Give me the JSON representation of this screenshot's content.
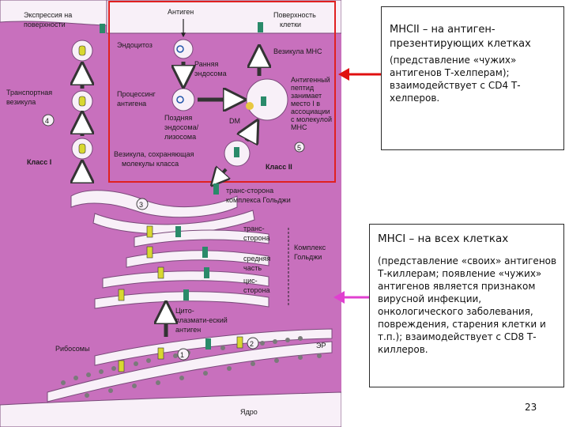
{
  "colors": {
    "cytoplasm": "#c870bd",
    "membrane_organelle": "#f8f0f8",
    "highlight_frame": "#e02020",
    "arrow_red": "#e01010",
    "arrow_magenta": "#e040d0",
    "mhc2_molecule": "#2a8a6a",
    "mhc1_molecule": "#d8d830",
    "ribosome": "#7a7a7a"
  },
  "diagram": {
    "labels": {
      "surface_expression": [
        "Экспрессия на",
        "поверхности"
      ],
      "antigen": "Антиген",
      "cell_surface": [
        "Поверхность",
        "клетки"
      ],
      "endocytosis": "Эндоцитоз",
      "early_endosome": [
        "Ранняя",
        "эндосома"
      ],
      "mhc_vesicle": "Везикула МНС",
      "transport_vesicle": [
        "Транспортная",
        "везикула"
      ],
      "antigen_processing": [
        "Процессинг",
        "антигена"
      ],
      "antigenic_peptide": [
        "Антигенный",
        "пептид",
        "занимает",
        "место I в",
        "ассоциации",
        "с молекулой",
        "МНС"
      ],
      "late_endosome": [
        "Поздняя",
        "эндосома/",
        "лизосома"
      ],
      "dm": "DM",
      "class_one": "Класс I",
      "vesicle_class": [
        "Везикула, сохраняющая",
        "молекулы класса"
      ],
      "class_two": "Класс II",
      "trans_side": [
        "транс-сторона",
        "комплекса Гольджи"
      ],
      "trans_side_short": [
        "транс-",
        "сторона"
      ],
      "golgi_complex": [
        "Комплекс",
        "Гольджи"
      ],
      "middle_part": [
        "средняя",
        "часть"
      ],
      "cis_side": [
        "цис-",
        "сторона"
      ],
      "cytoplasmic_antigen": [
        "Цито-",
        "плазмати-еский",
        "антиген"
      ],
      "ribosomes": "Рибосомы",
      "er": "ЭР",
      "nucleus": "Ядро",
      "step_1": "1",
      "step_2": "2",
      "step_3": "3",
      "step_4": "4",
      "step_5": "5"
    }
  },
  "boxes": {
    "mhc2": {
      "title": "MHCII – на антиген-презентирующих клетках",
      "body": "(представление «чужих» антигенов Т-хелперам); взаимодействует с CD4 Т-хелперов."
    },
    "mhc1": {
      "title": "MHCI – на всех клетках",
      "body": "(представление «своих» антигенов Т-киллерам; появление «чужих» антигенов является признаком вирусной инфекции, онкологического заболевания, повреждения, старения клетки и т.п.); взаимодействует с CD8 Т-киллеров."
    }
  },
  "page_number": "23"
}
